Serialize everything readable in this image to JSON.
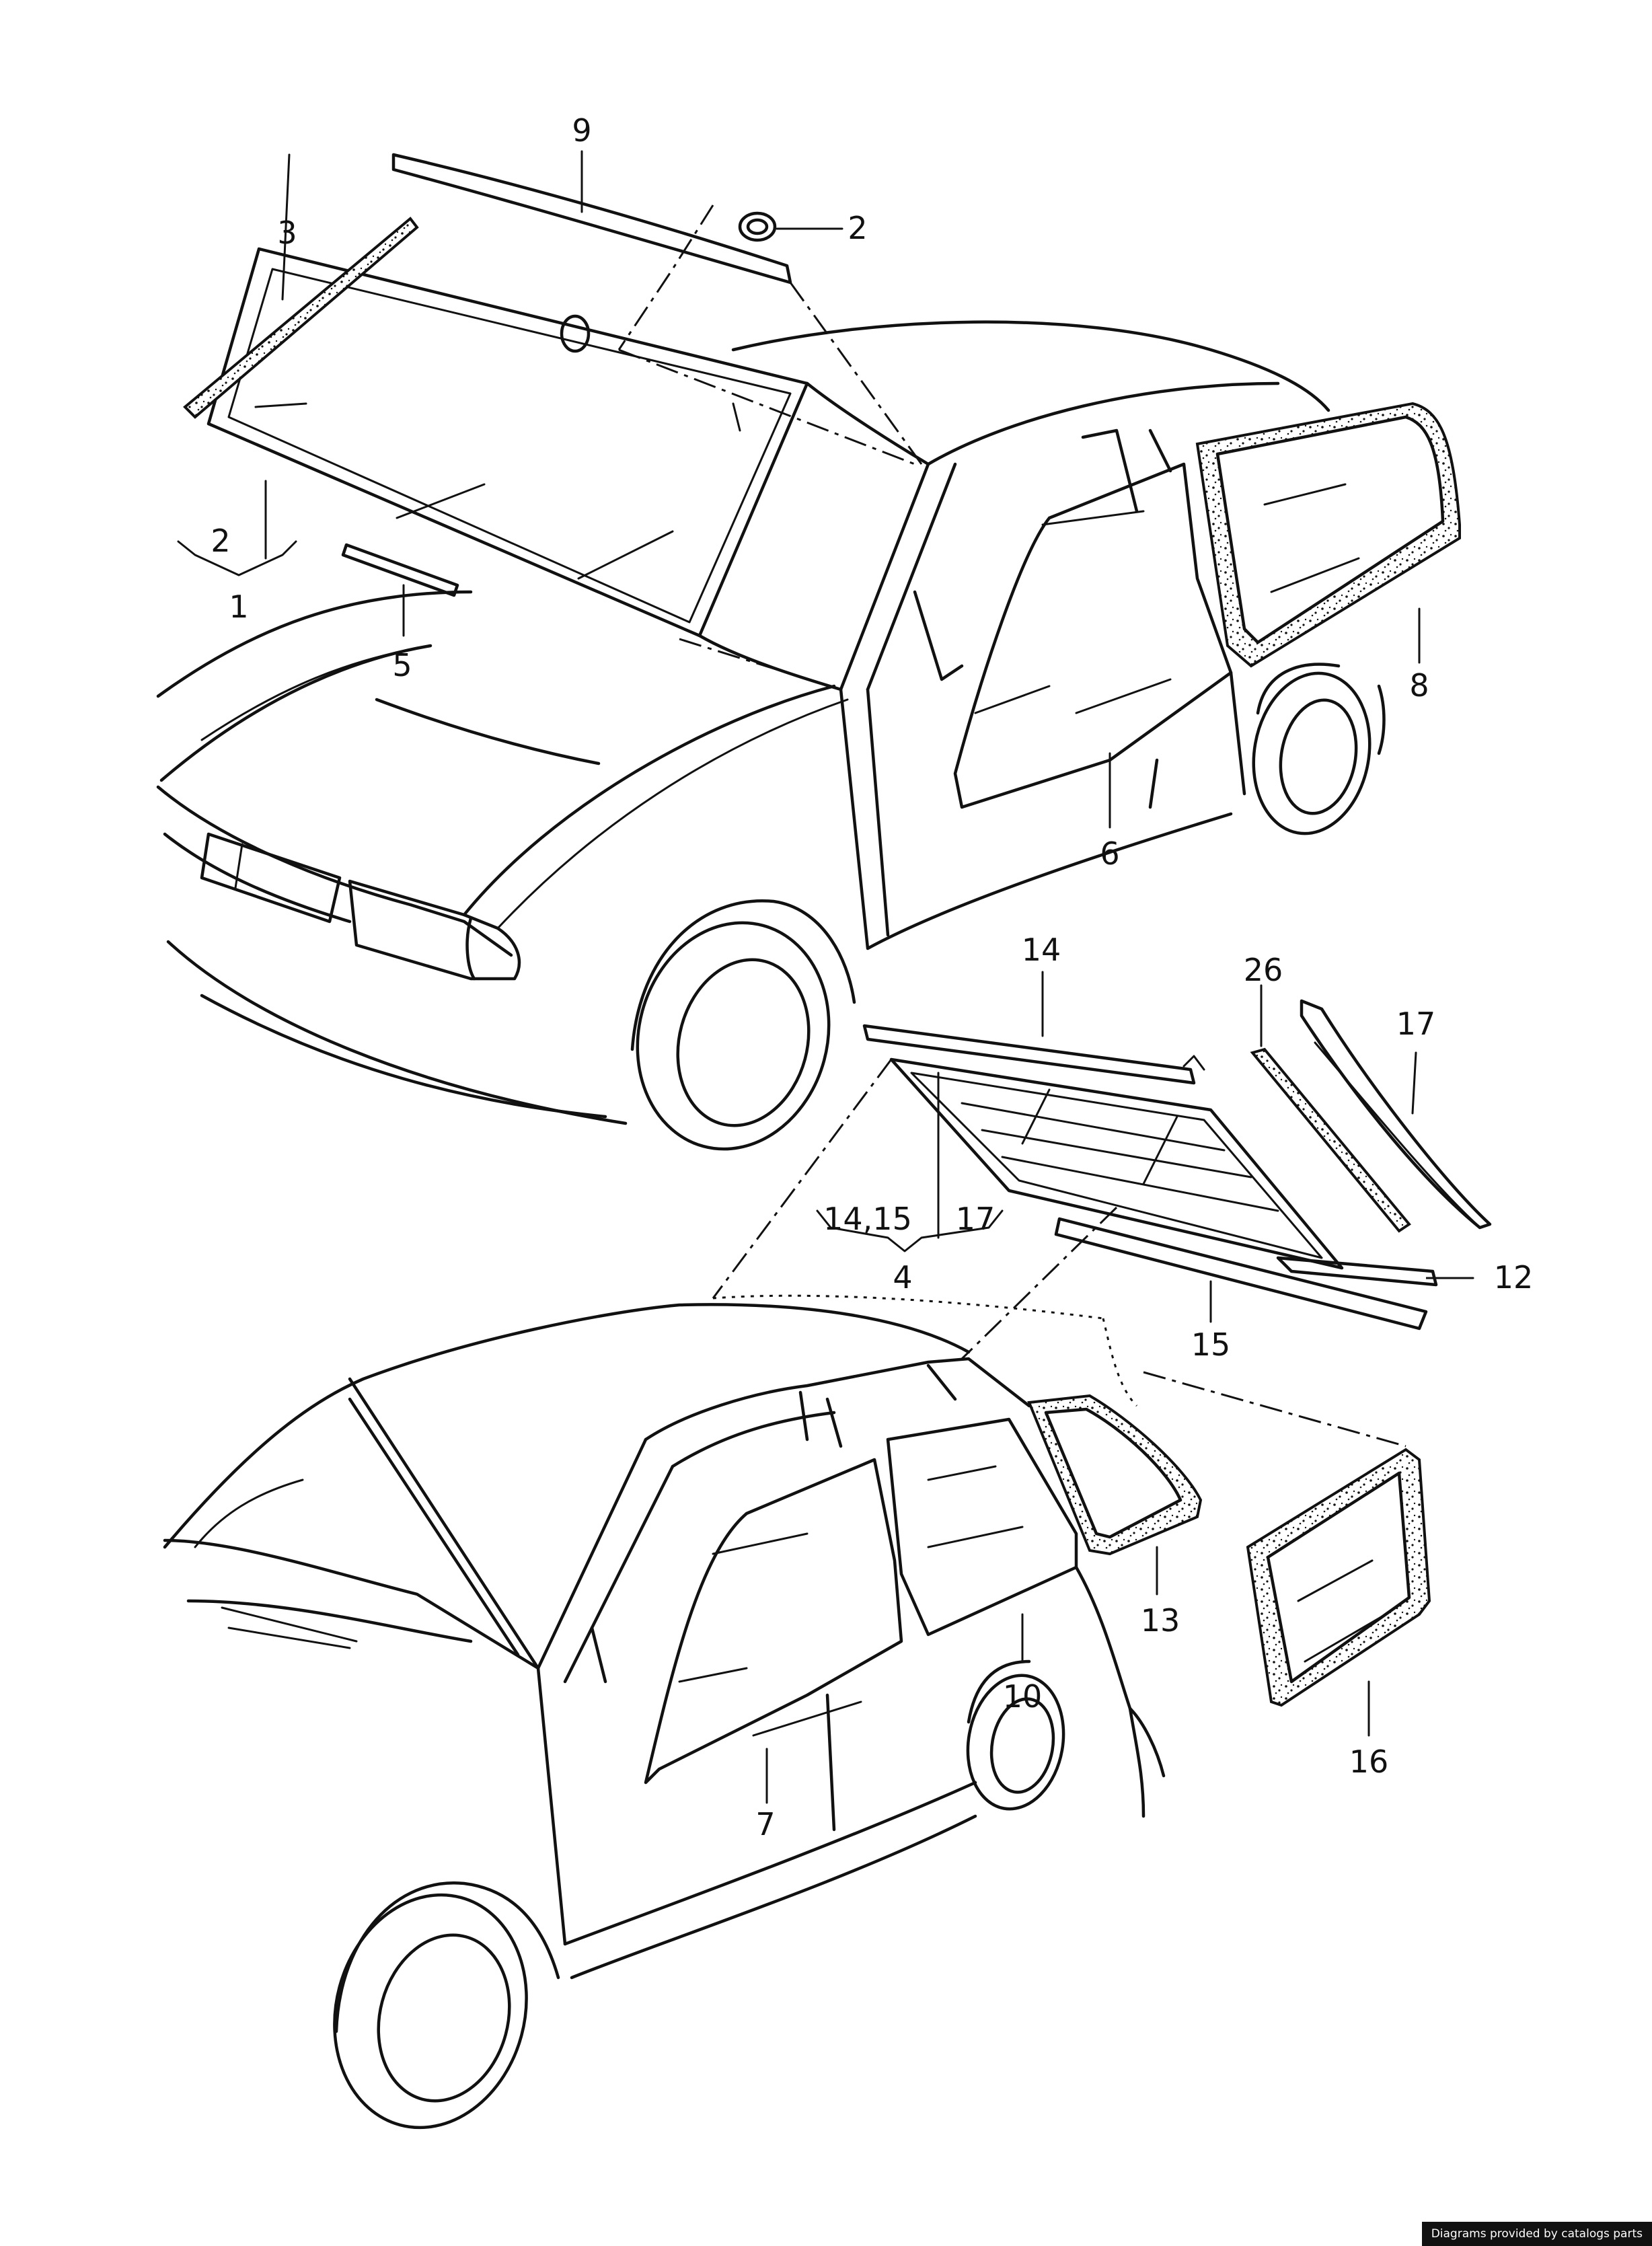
{
  "callouts": {
    "c1": "1",
    "c2a": "2",
    "c2b": "2",
    "c3": "3",
    "c4": "4",
    "c5": "5",
    "c6": "6",
    "c7": "7",
    "c8": "8",
    "c9": "9",
    "c10": "10",
    "c12": "12",
    "c13": "13",
    "c14": "14",
    "c1415": "14,15",
    "c15": "15",
    "c16": "16",
    "c17a": "17",
    "c17b": "17",
    "c26": "26"
  },
  "footer": {
    "credit": "Diagrams provided by catalogs parts"
  },
  "colors": {
    "line": "#111111",
    "background": "#ffffff",
    "badge": "#111111"
  }
}
